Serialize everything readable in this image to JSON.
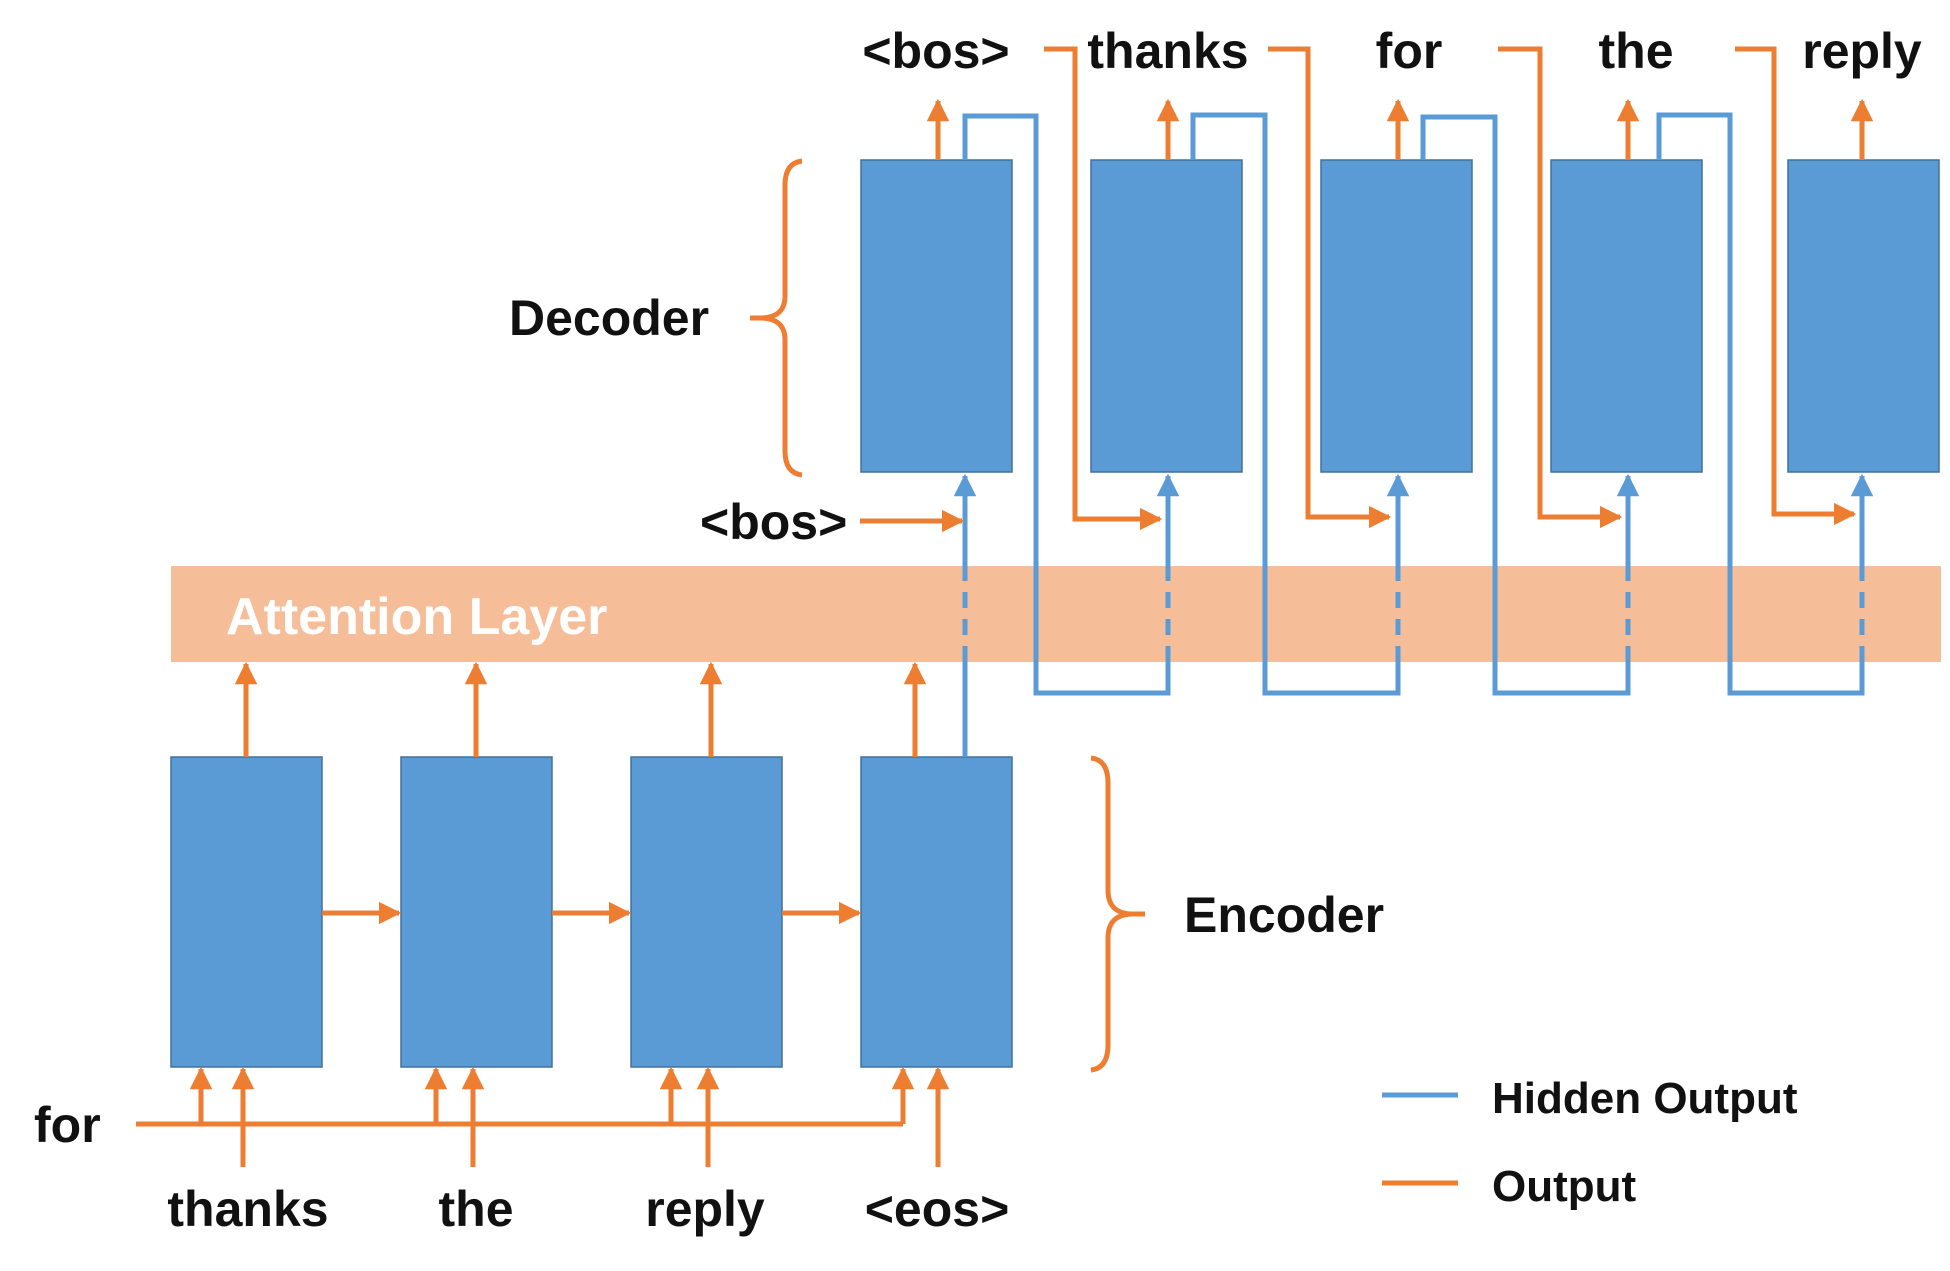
{
  "colors": {
    "block": "#5b9bd5",
    "hidden_output": "#5b9bd5",
    "output": "#ed7d31",
    "attention_band": "#f5bd98",
    "attention_text": "#ffffff"
  },
  "labels": {
    "decoder": "Decoder",
    "encoder": "Encoder",
    "attention": "Attention Layer",
    "decoder_start": "<bos>"
  },
  "encoder_inputs": [
    "thanks",
    "the",
    "reply",
    "<eos>"
  ],
  "encoder_prev_word": "for",
  "decoder_outputs": [
    "<bos>",
    "thanks",
    "for",
    "the",
    "reply"
  ],
  "legend": {
    "hidden": "Hidden Output",
    "output": "Output"
  }
}
